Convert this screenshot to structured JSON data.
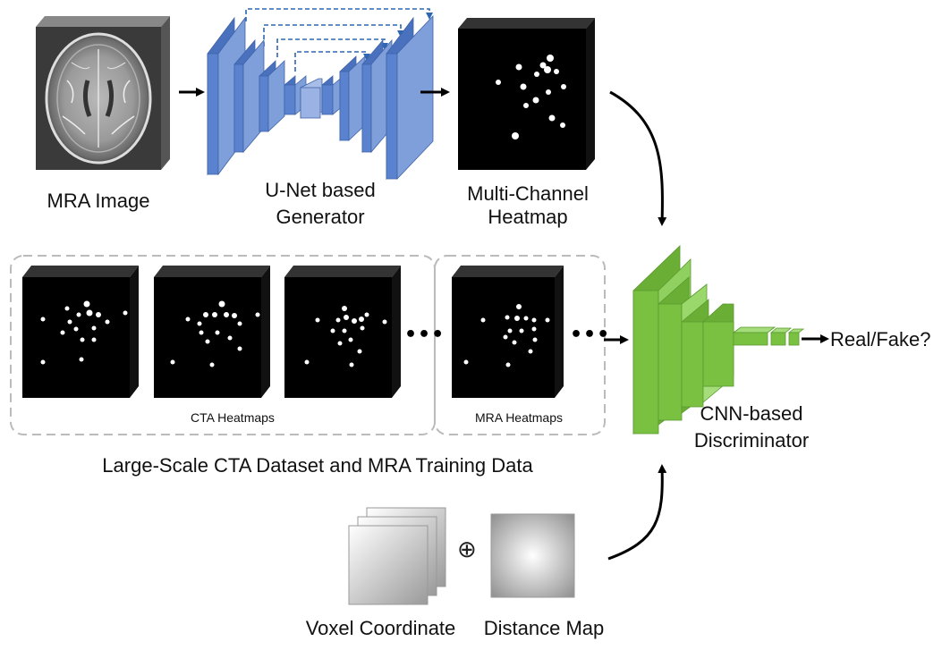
{
  "labels": {
    "mra_image": "MRA Image",
    "unet_line1": "U-Net based",
    "unet_line2": "Generator",
    "heatmap_line1": "Multi-Channel",
    "heatmap_line2": "Heatmap",
    "cta_heatmaps": "CTA Heatmaps",
    "mra_heatmaps": "MRA Heatmaps",
    "dataset": "Large-Scale CTA Dataset and MRA Training Data",
    "cnn_line1": "CNN-based",
    "cnn_line2": "Discriminator",
    "output": "Real/Fake?",
    "voxel": "Voxel Coordinate",
    "distance": "Distance Map"
  },
  "symbols": {
    "ellipsis": "•••",
    "oplus": "⊕"
  },
  "colors": {
    "generator_blue": "#5b82cf",
    "discriminator_green": "#7ac142",
    "heatmap_black": "#000000",
    "skip_dashed": "#2f67b2"
  }
}
